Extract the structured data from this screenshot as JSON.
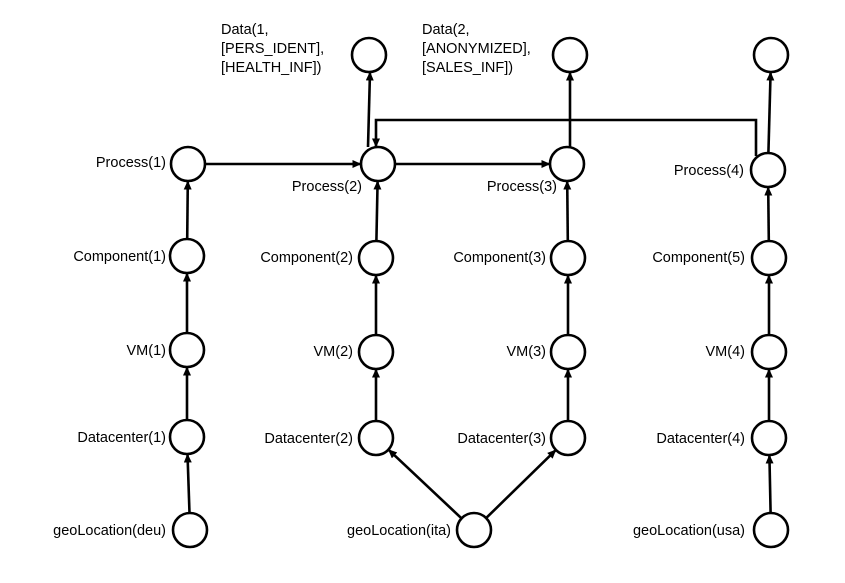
{
  "diagram": {
    "nodes": [
      {
        "id": "data1",
        "lines": [
          "Data(1,",
          "[PERS_IDENT],",
          "[HEALTH_INF])"
        ]
      },
      {
        "id": "data2",
        "lines": [
          "Data(2,",
          "[ANONYMIZED],",
          "[SALES_INF])"
        ]
      },
      {
        "id": "top4",
        "lines": []
      },
      {
        "id": "process1",
        "lines": [
          "Process(1)"
        ]
      },
      {
        "id": "process2",
        "lines": [
          "Process(2)"
        ]
      },
      {
        "id": "process3",
        "lines": [
          "Process(3)"
        ]
      },
      {
        "id": "process4",
        "lines": [
          "Process(4)"
        ]
      },
      {
        "id": "component1",
        "lines": [
          "Component(1)"
        ]
      },
      {
        "id": "component2",
        "lines": [
          "Component(2)"
        ]
      },
      {
        "id": "component3",
        "lines": [
          "Component(3)"
        ]
      },
      {
        "id": "component5",
        "lines": [
          "Component(5)"
        ]
      },
      {
        "id": "vm1",
        "lines": [
          "VM(1)"
        ]
      },
      {
        "id": "vm2",
        "lines": [
          "VM(2)"
        ]
      },
      {
        "id": "vm3",
        "lines": [
          "VM(3)"
        ]
      },
      {
        "id": "vm4",
        "lines": [
          "VM(4)"
        ]
      },
      {
        "id": "datacenter1",
        "lines": [
          "Datacenter(1)"
        ]
      },
      {
        "id": "datacenter2",
        "lines": [
          "Datacenter(2)"
        ]
      },
      {
        "id": "datacenter3",
        "lines": [
          "Datacenter(3)"
        ]
      },
      {
        "id": "datacenter4",
        "lines": [
          "Datacenter(4)"
        ]
      },
      {
        "id": "geo-deu",
        "lines": [
          "geoLocation(deu)"
        ]
      },
      {
        "id": "geo-ita",
        "lines": [
          "geoLocation(ita)"
        ]
      },
      {
        "id": "geo-usa",
        "lines": [
          "geoLocation(usa)"
        ]
      }
    ],
    "edges": [
      {
        "from": "geo-deu",
        "to": "datacenter1"
      },
      {
        "from": "datacenter1",
        "to": "vm1"
      },
      {
        "from": "vm1",
        "to": "component1"
      },
      {
        "from": "component1",
        "to": "process1"
      },
      {
        "from": "process1",
        "to": "process2"
      },
      {
        "from": "geo-ita",
        "to": "datacenter2"
      },
      {
        "from": "geo-ita",
        "to": "datacenter3"
      },
      {
        "from": "datacenter2",
        "to": "vm2"
      },
      {
        "from": "vm2",
        "to": "component2"
      },
      {
        "from": "component2",
        "to": "process2"
      },
      {
        "from": "process2",
        "to": "data1"
      },
      {
        "from": "process2",
        "to": "process3"
      },
      {
        "from": "datacenter3",
        "to": "vm3"
      },
      {
        "from": "vm3",
        "to": "component3"
      },
      {
        "from": "component3",
        "to": "process3"
      },
      {
        "from": "process3",
        "to": "data2"
      },
      {
        "from": "geo-usa",
        "to": "datacenter4"
      },
      {
        "from": "datacenter4",
        "to": "vm4"
      },
      {
        "from": "vm4",
        "to": "component5"
      },
      {
        "from": "component5",
        "to": "process4"
      },
      {
        "from": "process4",
        "to": "top4"
      },
      {
        "from": "process4",
        "to": "process2"
      }
    ]
  }
}
